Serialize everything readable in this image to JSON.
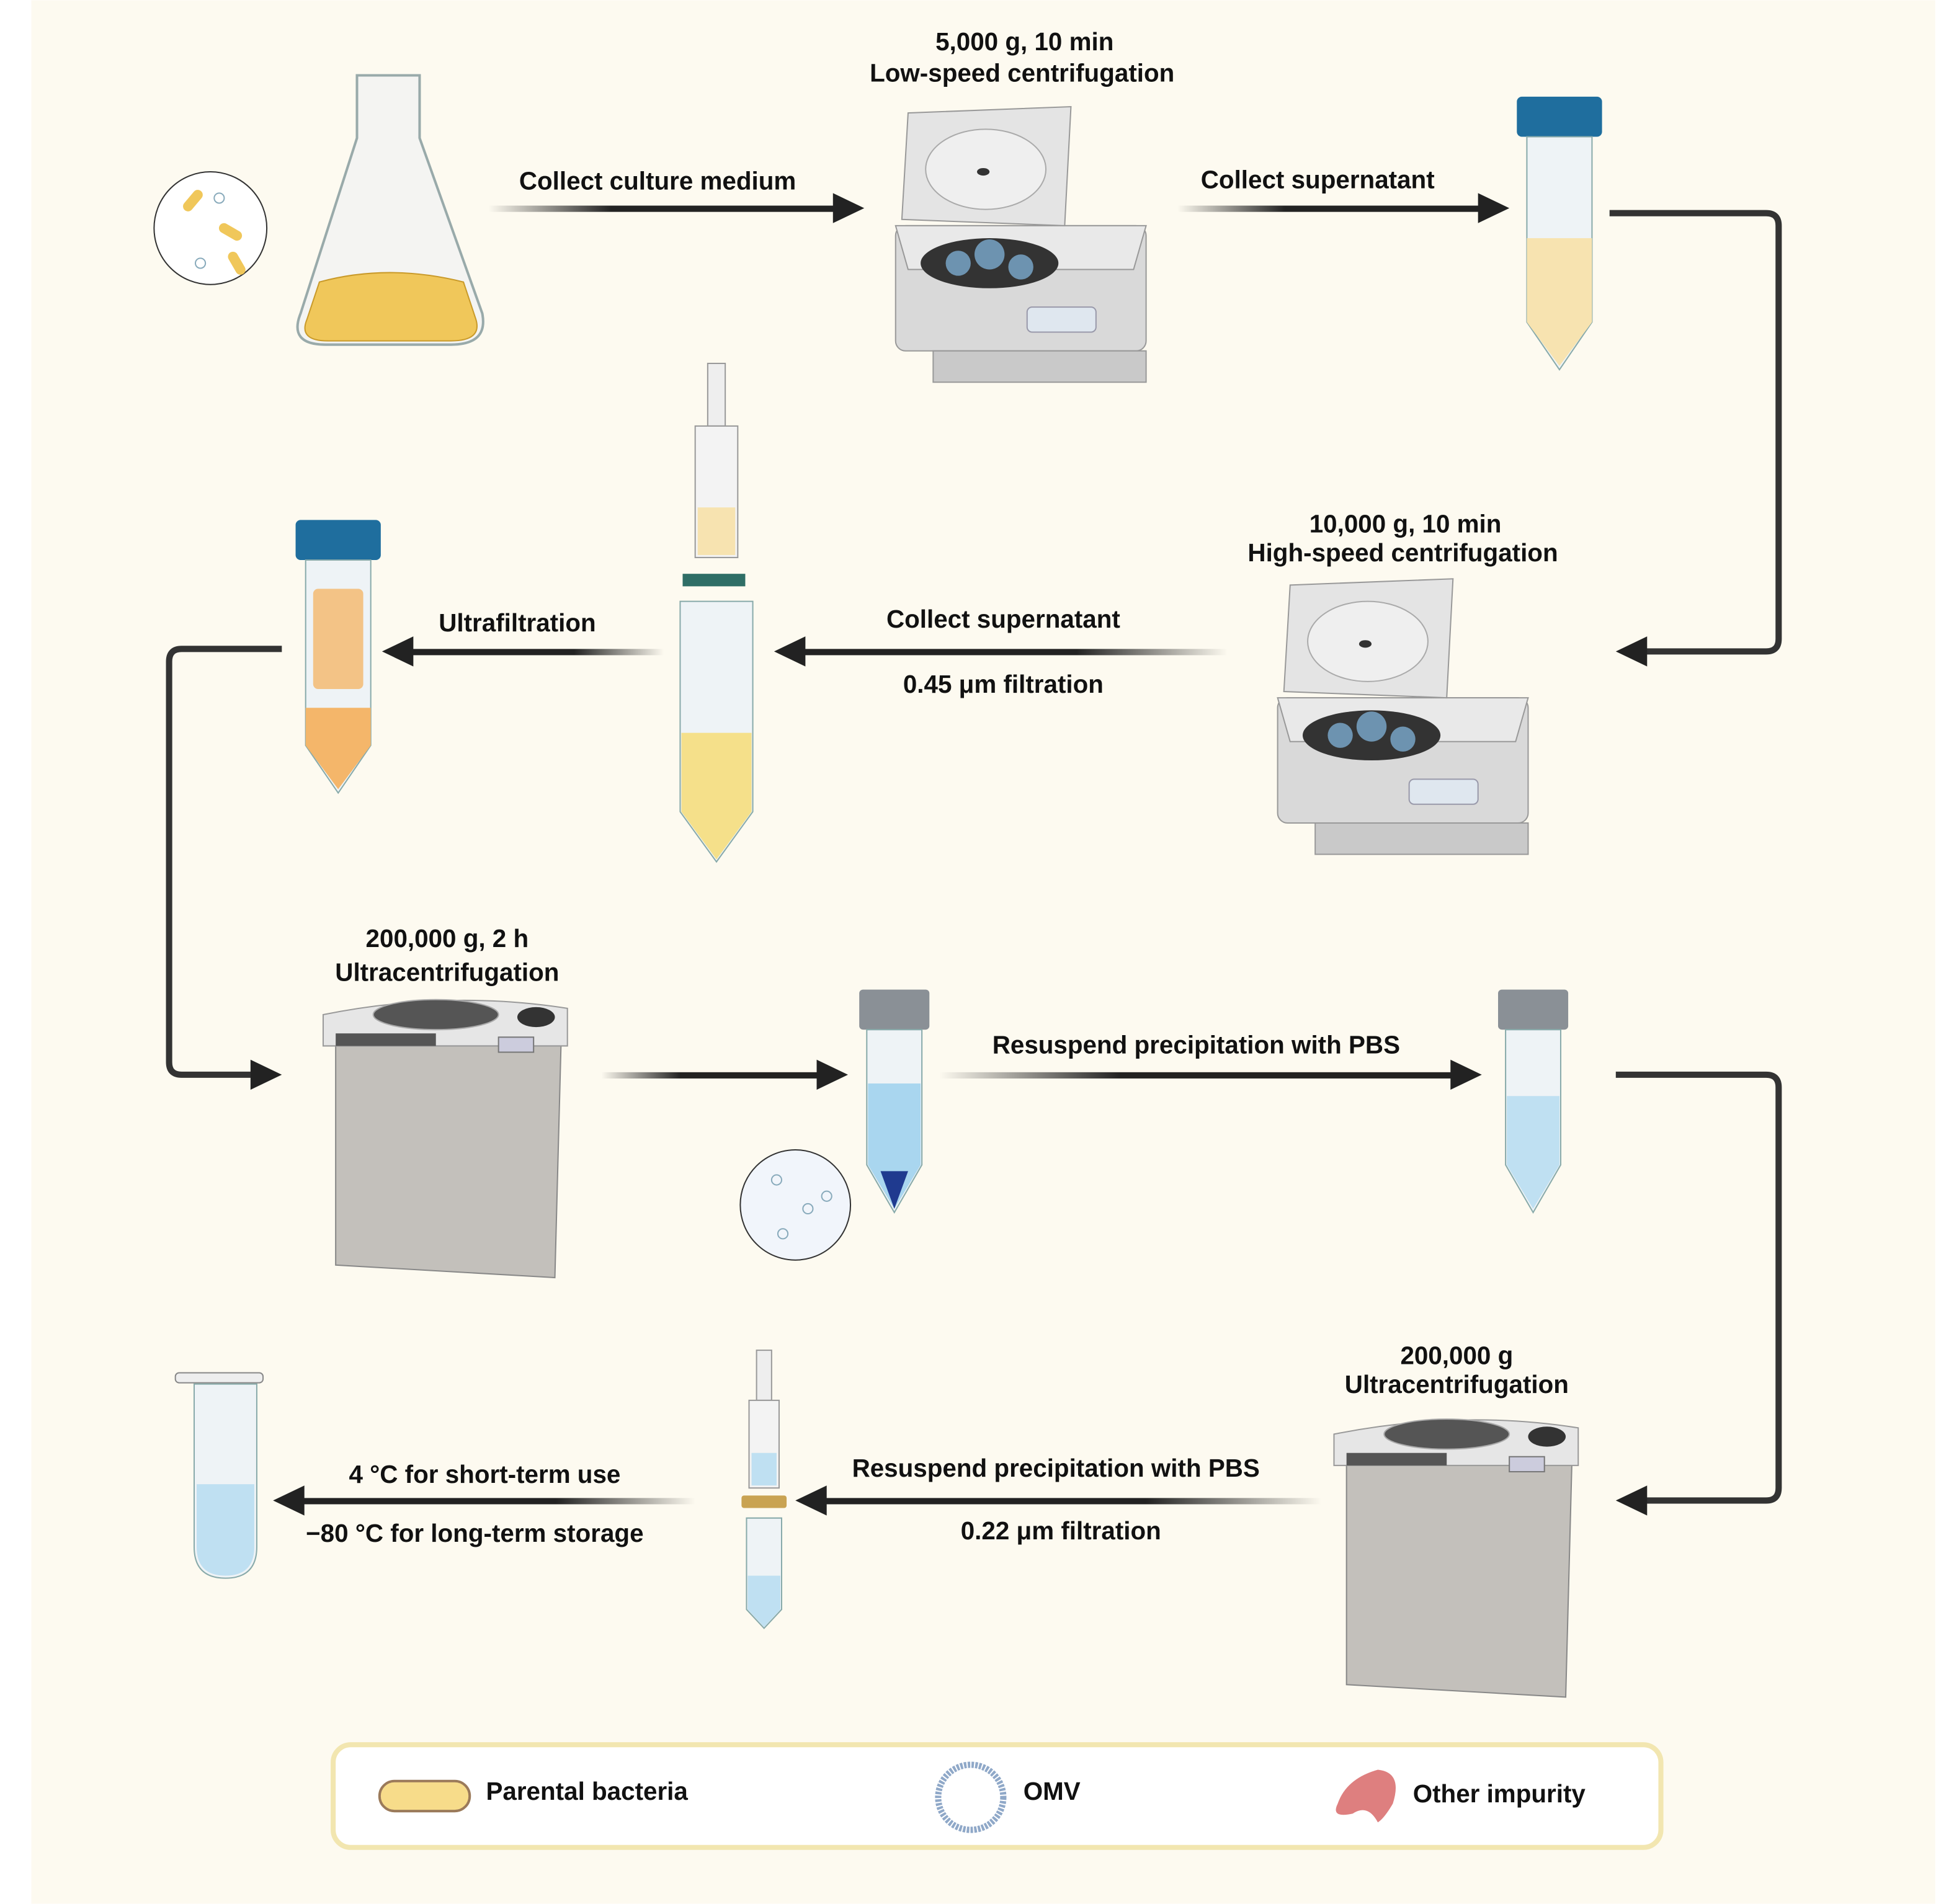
{
  "steps": {
    "s1_arrow": "Collect culture medium",
    "s2_top": "5,000 g, 10 min",
    "s2_bottom": "Low-speed centrifugation",
    "s3_arrow": "Collect supernatant",
    "s4_top": "10,000 g, 10 min",
    "s4_bottom": "High-speed centrifugation",
    "s5_arrow_top": "Collect supernatant",
    "s5_arrow_bottom": "0.45 μm filtration",
    "s6_arrow": "Ultrafiltration",
    "s7_top": "200,000 g, 2 h",
    "s7_bottom": "Ultracentrifugation",
    "s8_arrow": "Resuspend precipitation with PBS",
    "s9_top": "200,000 g",
    "s9_bottom": "Ultracentrifugation",
    "s10_arrow_top": "Resuspend precipitation with PBS",
    "s10_arrow_bottom": "0.22 μm filtration",
    "s11_arrow_top": "4 °C for short-term use",
    "s11_arrow_bottom": "−80 °C for long-term storage"
  },
  "legend": {
    "bacteria": "Parental bacteria",
    "omv": "OMV",
    "impurity": "Other impurity"
  },
  "colors": {
    "background": "#fdfaf0",
    "legend_border": "#f2e6b0",
    "culture": "#f0c75a",
    "cap_blue": "#1f6e9e",
    "pbs": "#bfe0f2",
    "impurity": "#de7f7f"
  }
}
